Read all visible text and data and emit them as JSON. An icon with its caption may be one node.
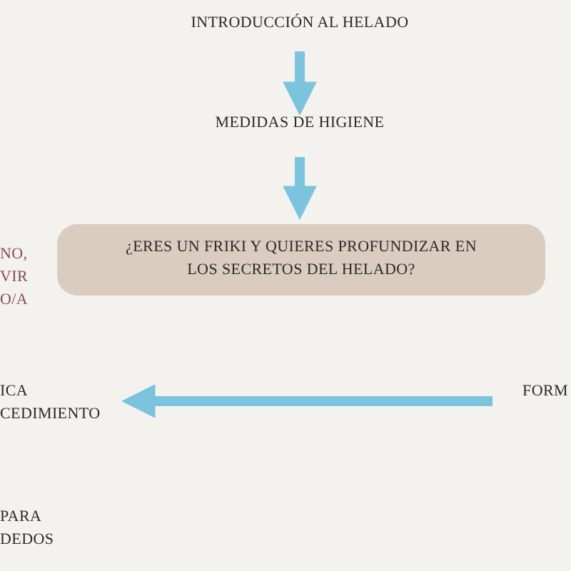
{
  "diagram": {
    "nodes": [
      {
        "text": [
          "INTRODUCCIÓN AL HELADO"
        ]
      },
      {
        "text": [
          "MEDIDAS DE HIGIENE"
        ]
      },
      {
        "text": [
          "¿ERES UN FRIKI Y QUIERES PROFUNDIZAR EN LOS SECRETOS DEL HELADO?"
        ]
      },
      {
        "text": [
          "FORM"
        ]
      },
      {
        "text": [
          "ICA CEDIMIENTO"
        ]
      }
    ],
    "edges": [
      {
        "from": 0,
        "to": 1,
        "arrow": "to"
      },
      {
        "from": 1,
        "to": 2,
        "arrow": "to"
      },
      {
        "from": 3,
        "to": 4,
        "arrow": "to"
      }
    ],
    "labels": [
      "NO, VIR O/A",
      "PARA DEDOS"
    ]
  }
}
